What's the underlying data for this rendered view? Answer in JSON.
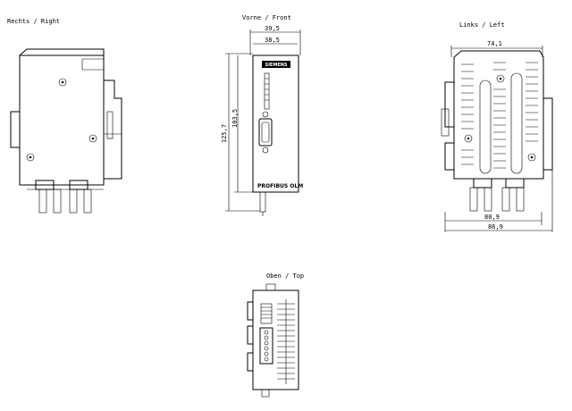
{
  "views": {
    "right": {
      "label": "Rechts / Right"
    },
    "front": {
      "label": "Vorne / Front",
      "dim_outer_width": "39,5",
      "dim_inner_width": "38,5",
      "dim_total_height": "125,7",
      "dim_body_height": "103,5",
      "brand": "SIEMENS",
      "product": "PROFIBUS OLM"
    },
    "left": {
      "label": "Links / Left",
      "dim_top_width": "74,1",
      "dim_bottom_width_1": "80,9",
      "dim_bottom_width_2": "86,9"
    },
    "top": {
      "label": "Oben / Top"
    }
  }
}
